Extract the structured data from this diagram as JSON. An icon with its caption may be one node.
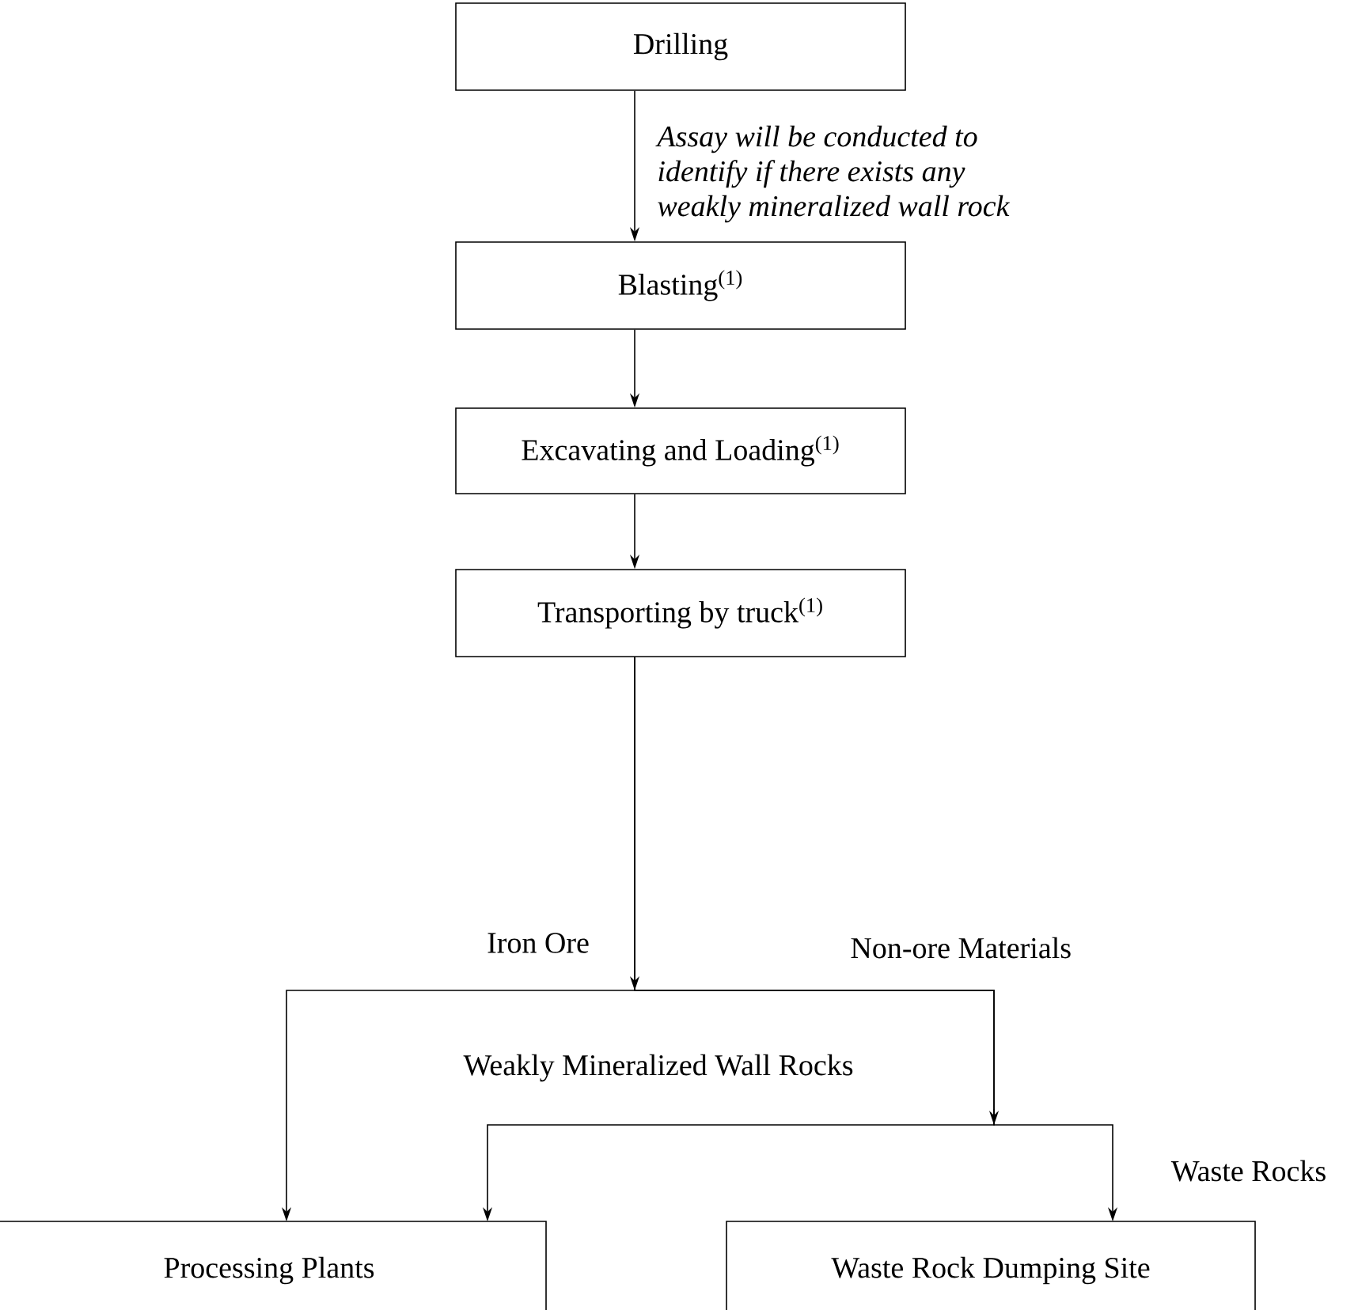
{
  "diagram": {
    "nodes": [
      {
        "text": [
          "Drilling"
        ]
      },
      {
        "text": [
          "Blasting$^{(1)}$"
        ]
      },
      {
        "text": [
          "Excavating and Loading$^{(1)}$"
        ]
      },
      {
        "text": [
          "Transporting by truck$^{(1)}$"
        ]
      },
      {
        "text": [
          "Processing Plants"
        ]
      },
      {
        "text": [
          "Waste Rock Dumping Site"
        ]
      }
    ],
    "edges": [
      {
        "from": 0,
        "to": 1,
        "arrow": "to",
        "label": "Assay will be conducted to identify if there exists any weakly mineralized wall rock"
      },
      {
        "from": 1,
        "to": 2,
        "arrow": "to"
      },
      {
        "from": 2,
        "to": 3,
        "arrow": "to"
      },
      {
        "from": 3,
        "to": 4,
        "arrow": "to",
        "label": "Iron Ore"
      },
      {
        "from": 3,
        "to": 4,
        "arrow": "to",
        "label": "Weakly Mineralized Wall Rocks"
      },
      {
        "from": 3,
        "to": 5,
        "arrow": "to",
        "label": "Waste Rocks"
      }
    ],
    "labels": [
      "Non-ore Materials"
    ]
  }
}
